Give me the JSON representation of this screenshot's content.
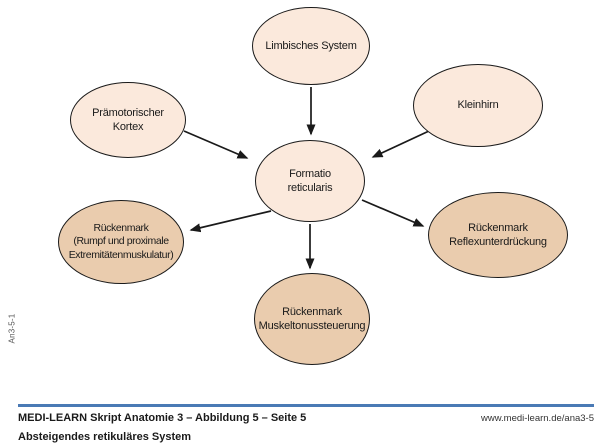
{
  "diagram": {
    "nodes": [
      {
        "id": "limbisches-system",
        "label": "Limbisches System",
        "fill": "#fbe9dc"
      },
      {
        "id": "praemotorischer-kortex",
        "label": "Prämotorischer\nKortex",
        "fill": "#fbe9dc"
      },
      {
        "id": "kleinhirn",
        "label": "Kleinhirn",
        "fill": "#fbe9dc"
      },
      {
        "id": "formatio-reticularis",
        "label": "Formatio\nreticularis",
        "fill": "#fbe9dc"
      },
      {
        "id": "rueckenmark-rumpf",
        "label": "Rückenmark\n(Rumpf und proximale\nExtremitätenmuskulatur)",
        "fill": "#eaccae"
      },
      {
        "id": "rueckenmark-reflex",
        "label": "Rückenmark\nReflexunterdrückung",
        "fill": "#eaccae"
      },
      {
        "id": "rueckenmark-muskeltonus",
        "label": "Rückenmark\nMuskeltonussteuerung",
        "fill": "#eaccae"
      }
    ],
    "edges": [
      {
        "from": "limbisches-system",
        "to": "formatio-reticularis"
      },
      {
        "from": "praemotorischer-kortex",
        "to": "formatio-reticularis"
      },
      {
        "from": "kleinhirn",
        "to": "formatio-reticularis"
      },
      {
        "from": "formatio-reticularis",
        "to": "rueckenmark-rumpf"
      },
      {
        "from": "formatio-reticularis",
        "to": "rueckenmark-muskeltonus"
      },
      {
        "from": "formatio-reticularis",
        "to": "rueckenmark-reflex"
      }
    ],
    "colors": {
      "node_fill_light": "#fbe9dc",
      "node_fill_dark": "#eaccae",
      "node_stroke": "#1a1a1a",
      "arrow": "#1a1a1a"
    }
  },
  "side_label": "An3-5-1",
  "footer": {
    "title": "MEDI-LEARN Skript Anatomie 3 – Abbildung 5 – Seite 5",
    "url": "www.medi-learn.de/ana3-5",
    "subtitle": "Absteigendes retikuläres System",
    "rule_color": "#4a7ab5"
  }
}
